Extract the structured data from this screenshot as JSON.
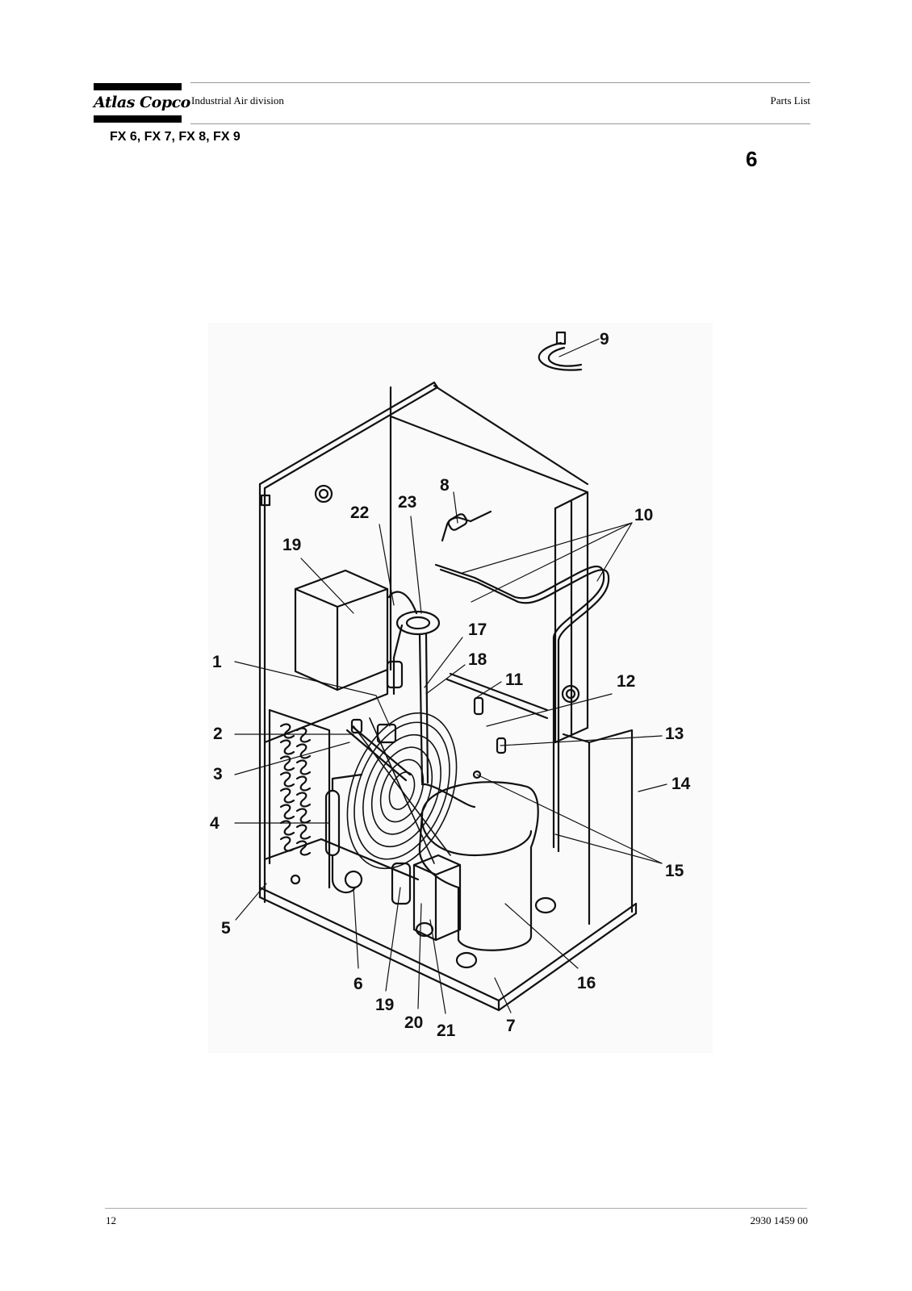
{
  "header": {
    "logo_text": "Atlas Copco",
    "division": "Industrial Air division",
    "doc_type": "Parts List"
  },
  "models": "FX 6, FX 7, FX 8, FX 9",
  "section_number": "6",
  "figure": {
    "callouts": [
      "9",
      "8",
      "22",
      "23",
      "10",
      "19",
      "17",
      "1",
      "18",
      "11",
      "12",
      "2",
      "13",
      "3",
      "14",
      "4",
      "15",
      "5",
      "16",
      "6",
      "19",
      "20",
      "21",
      "7"
    ]
  },
  "footer": {
    "page_number": "12",
    "doc_number": "2930 1459 00"
  }
}
